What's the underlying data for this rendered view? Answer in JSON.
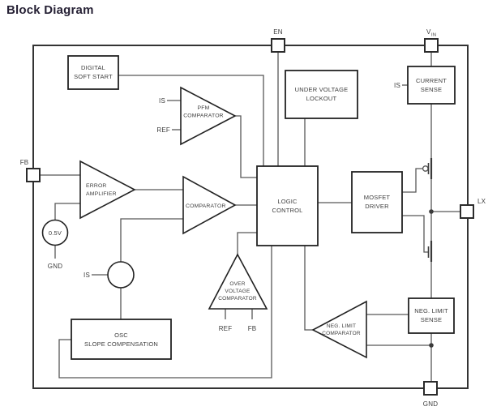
{
  "title": "Block Diagram",
  "colors": {
    "background": "#ffffff",
    "title_text": "#262135",
    "wire": "#575757",
    "shape_outline": "#222222",
    "label_text": "#3d3d3d"
  },
  "pins": {
    "en": {
      "label": "EN"
    },
    "vin": {
      "label_main": "V",
      "label_sub": "IN"
    },
    "fb": {
      "label": "FB"
    },
    "lx": {
      "label": "LX"
    },
    "gnd": {
      "label": "GND"
    }
  },
  "blocks": {
    "digital_soft_start": {
      "line1": "DIGITAL",
      "line2": "SOFT START"
    },
    "under_voltage_lockout": {
      "line1": "UNDER VOLTAGE",
      "line2": "LOCKOUT"
    },
    "current_sense": {
      "line1": "CURRENT",
      "line2": "SENSE",
      "input": "IS"
    },
    "logic_control": {
      "line1": "LOGIC",
      "line2": "CONTROL"
    },
    "mosfet_driver": {
      "line1": "MOSFET",
      "line2": "DRIVER"
    },
    "neg_limit_sense": {
      "line1": "NEG. LIMIT",
      "line2": "SENSE"
    },
    "osc_slope_compensation": {
      "line1": "OSC",
      "line2": "SLOPE COMPENSATION"
    }
  },
  "amplifiers": {
    "pfm_comparator": {
      "line1": "PFM",
      "line2": "COMPARATOR",
      "input_top": "IS",
      "input_bottom": "REF"
    },
    "error_amplifier": {
      "line1": "ERROR",
      "line2": "AMPLIFIER"
    },
    "comparator": {
      "line1": "COMPARATOR"
    },
    "over_voltage_comparator": {
      "line1": "OVER",
      "line2": "VOLTAGE",
      "line3": "COMPARATOR",
      "input_left": "REF",
      "input_right": "FB"
    },
    "neg_limit_comparator": {
      "line1": "NEG. LIMIT",
      "line2": "COMPARATOR"
    }
  },
  "references": {
    "voltage_ref": {
      "label": "0.5V",
      "gnd": "GND"
    },
    "is_summing": {
      "label": "IS"
    }
  }
}
